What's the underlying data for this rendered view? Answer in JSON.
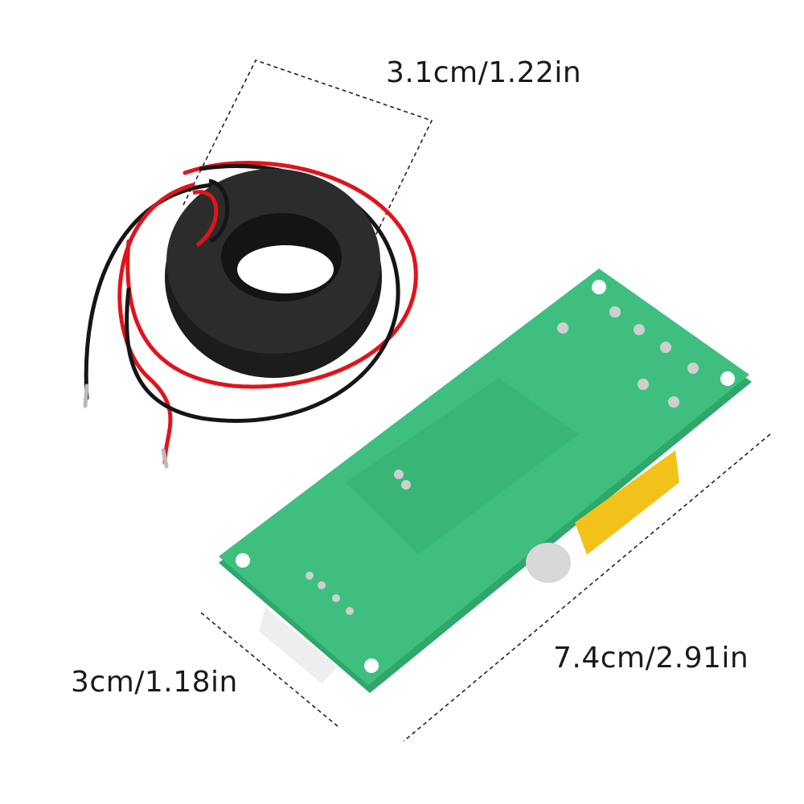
{
  "dimensions": {
    "ct_diameter": "3.1cm/1.22in",
    "board_width": "3cm/1.18in",
    "board_length": "7.4cm/2.91in"
  },
  "colors": {
    "pcb_green": "#3fbf7f",
    "wire_red": "#e0141b",
    "wire_black": "#151515",
    "toroid": "#262626",
    "relay_yellow": "#f2c21b"
  }
}
